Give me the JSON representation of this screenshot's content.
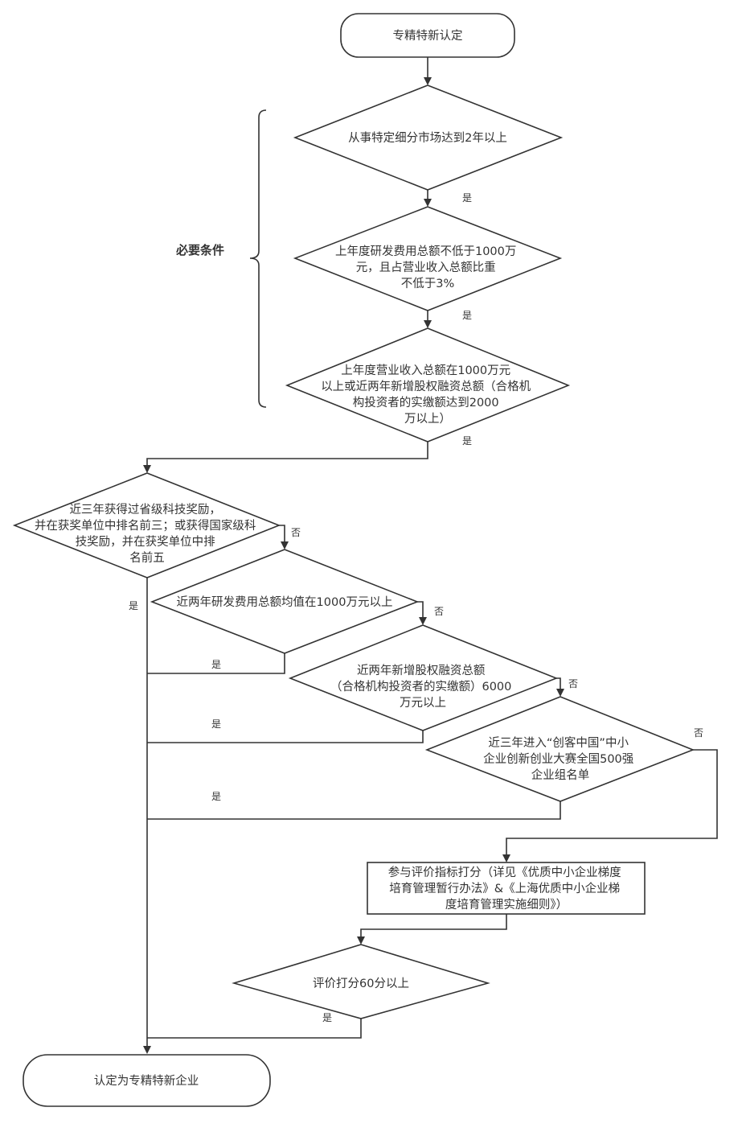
{
  "nodes": {
    "start": "专精特新认定",
    "cond1": "从事特定细分市场达到2年以上",
    "cond2": [
      "上年度研发费用总额不低于1000万",
      "元，且占营业收入总额比重",
      "不低于3%"
    ],
    "cond3": [
      "上年度营业收入总额在1000万元",
      "以上或近两年新增股权融资总额（合格机",
      "构投资者的实缴额达到2000",
      "万以上）"
    ],
    "q1": [
      "近三年获得过省级科技奖励，",
      "并在获奖单位中排名前三；或获得国家级科",
      "技奖励，并在获奖单位中排",
      "名前五"
    ],
    "q2": "近两年研发费用总额均值在1000万元以上",
    "q3": [
      "近两年新增股权融资总额",
      "（合格机构投资者的实缴额）6000",
      "万元以上"
    ],
    "q4": [
      "近三年进入“创客中国”中小",
      "企业创新创业大赛全国500强",
      "企业组名单"
    ],
    "score": [
      "参与评价指标打分（详见《优质中小企业梯度",
      "培育管理暂行办法》&《上海优质中小企业梯",
      "度培育管理实施细则》）"
    ],
    "q5": "评价打分60分以上",
    "end": "认定为专精特新企业"
  },
  "brace_label": "必要条件",
  "edge_labels": {
    "yes": "是",
    "no": "否"
  }
}
